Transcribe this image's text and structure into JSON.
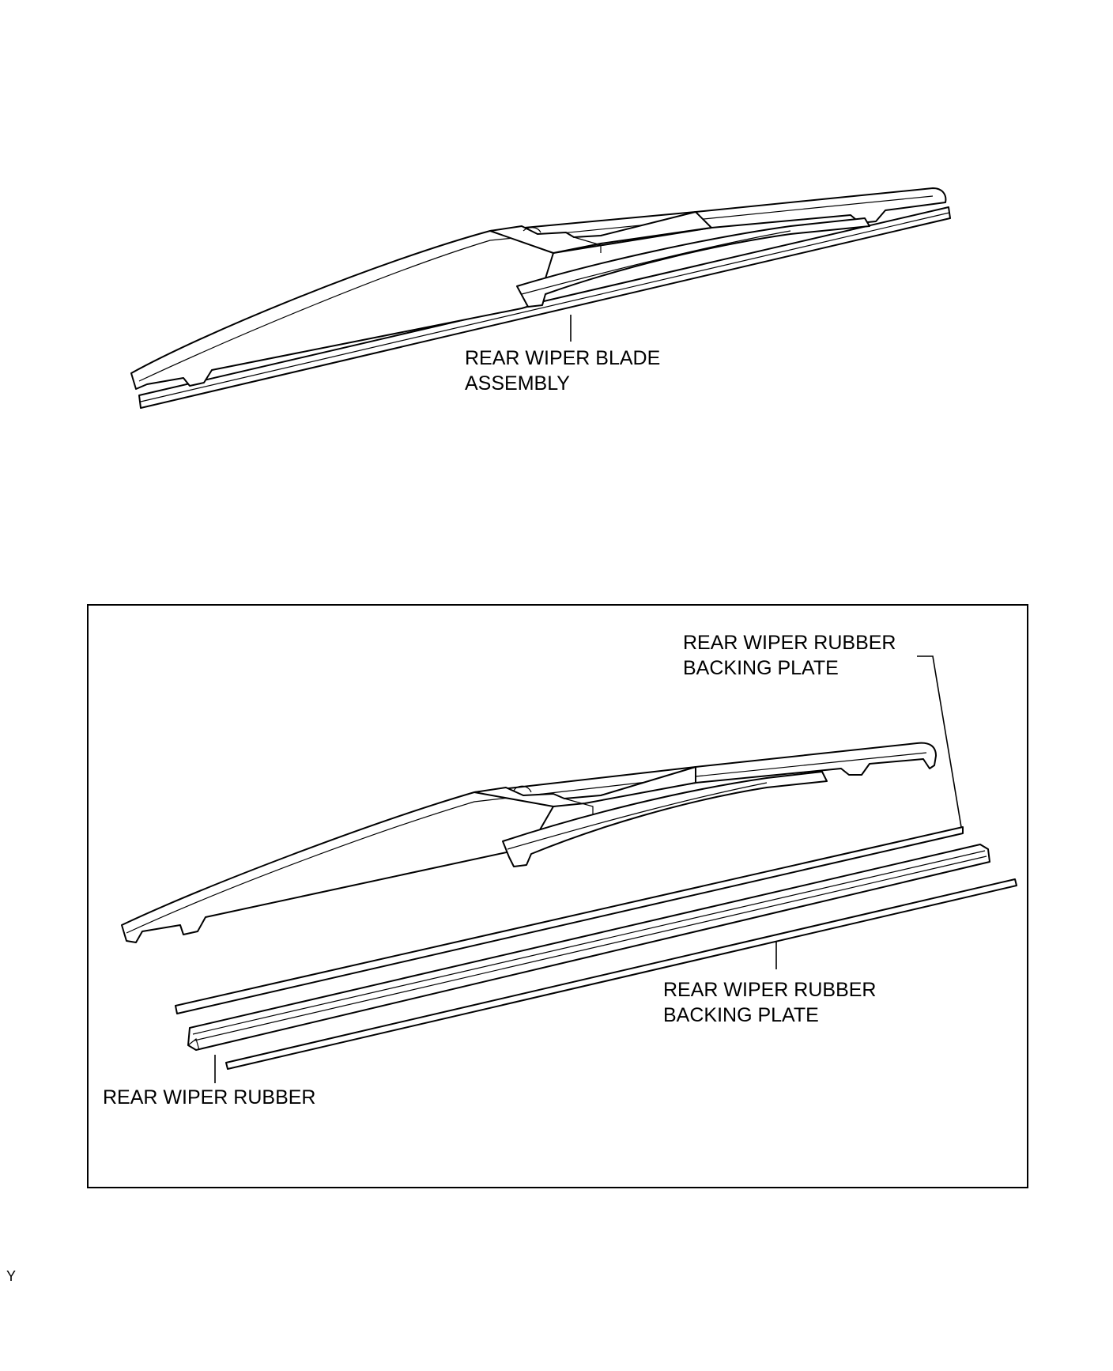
{
  "labels": {
    "blade_assembly_line1": "REAR WIPER BLADE",
    "blade_assembly_line2": "ASSEMBLY",
    "backing_plate_top_line1": "REAR WIPER RUBBER",
    "backing_plate_top_line2": "BACKING PLATE",
    "backing_plate_bottom_line1": "REAR WIPER RUBBER",
    "backing_plate_bottom_line2": "BACKING PLATE",
    "rubber": "REAR WIPER RUBBER"
  },
  "figure_code": "Y",
  "colors": {
    "line": "#000000",
    "background": "#ffffff"
  }
}
